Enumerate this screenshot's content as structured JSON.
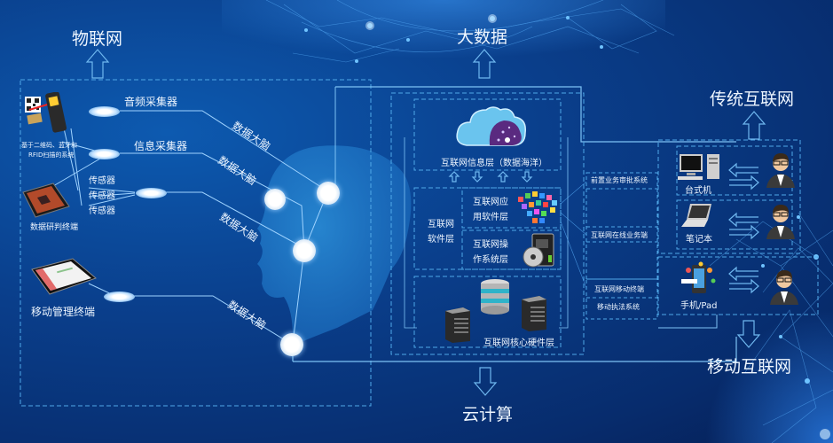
{
  "sections": {
    "iot": "物联网",
    "big_data": "大数据",
    "traditional_internet": "传统互联网",
    "mobile_internet": "移动互联网",
    "cloud_computing": "云计算"
  },
  "iot_panel": {
    "scanner_caption_line1": "基于二维码、蓝牙和",
    "scanner_caption_line2": "RFID扫描的系统",
    "data_terminal": "数据研判终端",
    "mobile_terminal": "移动管理终端",
    "collectors": {
      "audio": "音频采集器",
      "info": "信息采集器",
      "sensors": [
        "传感器",
        "传感器",
        "传感器"
      ]
    },
    "brain_links": [
      "数据大脑",
      "数据大脑",
      "数据大脑",
      "数据大脑"
    ]
  },
  "cloud_stack": {
    "info_layer": "互联网信息层（数据海洋）",
    "software_layer_line1": "互联网",
    "software_layer_line2": "软件层",
    "app_layer_line1": "互联网应",
    "app_layer_line2": "用软件层",
    "os_layer_line1": "互联网操",
    "os_layer_line2": "作系统层",
    "hardware_layer": "互联网核心硬件层"
  },
  "business_systems": [
    "前置业务审批系统",
    "互联网在线业务端",
    "互联网移动终端",
    "移动执法系统"
  ],
  "clients": [
    {
      "device": "台式机",
      "icon": "desktop-computer-icon"
    },
    {
      "device": "笔记本",
      "icon": "laptop-icon"
    },
    {
      "device": "手机/Pad",
      "icon": "mobile-phone-icon"
    }
  ],
  "colors": {
    "background": "#0a3f8c",
    "line": "#7ec3f5",
    "dashed": "#4fa8e8",
    "text": "#eef6ff"
  }
}
